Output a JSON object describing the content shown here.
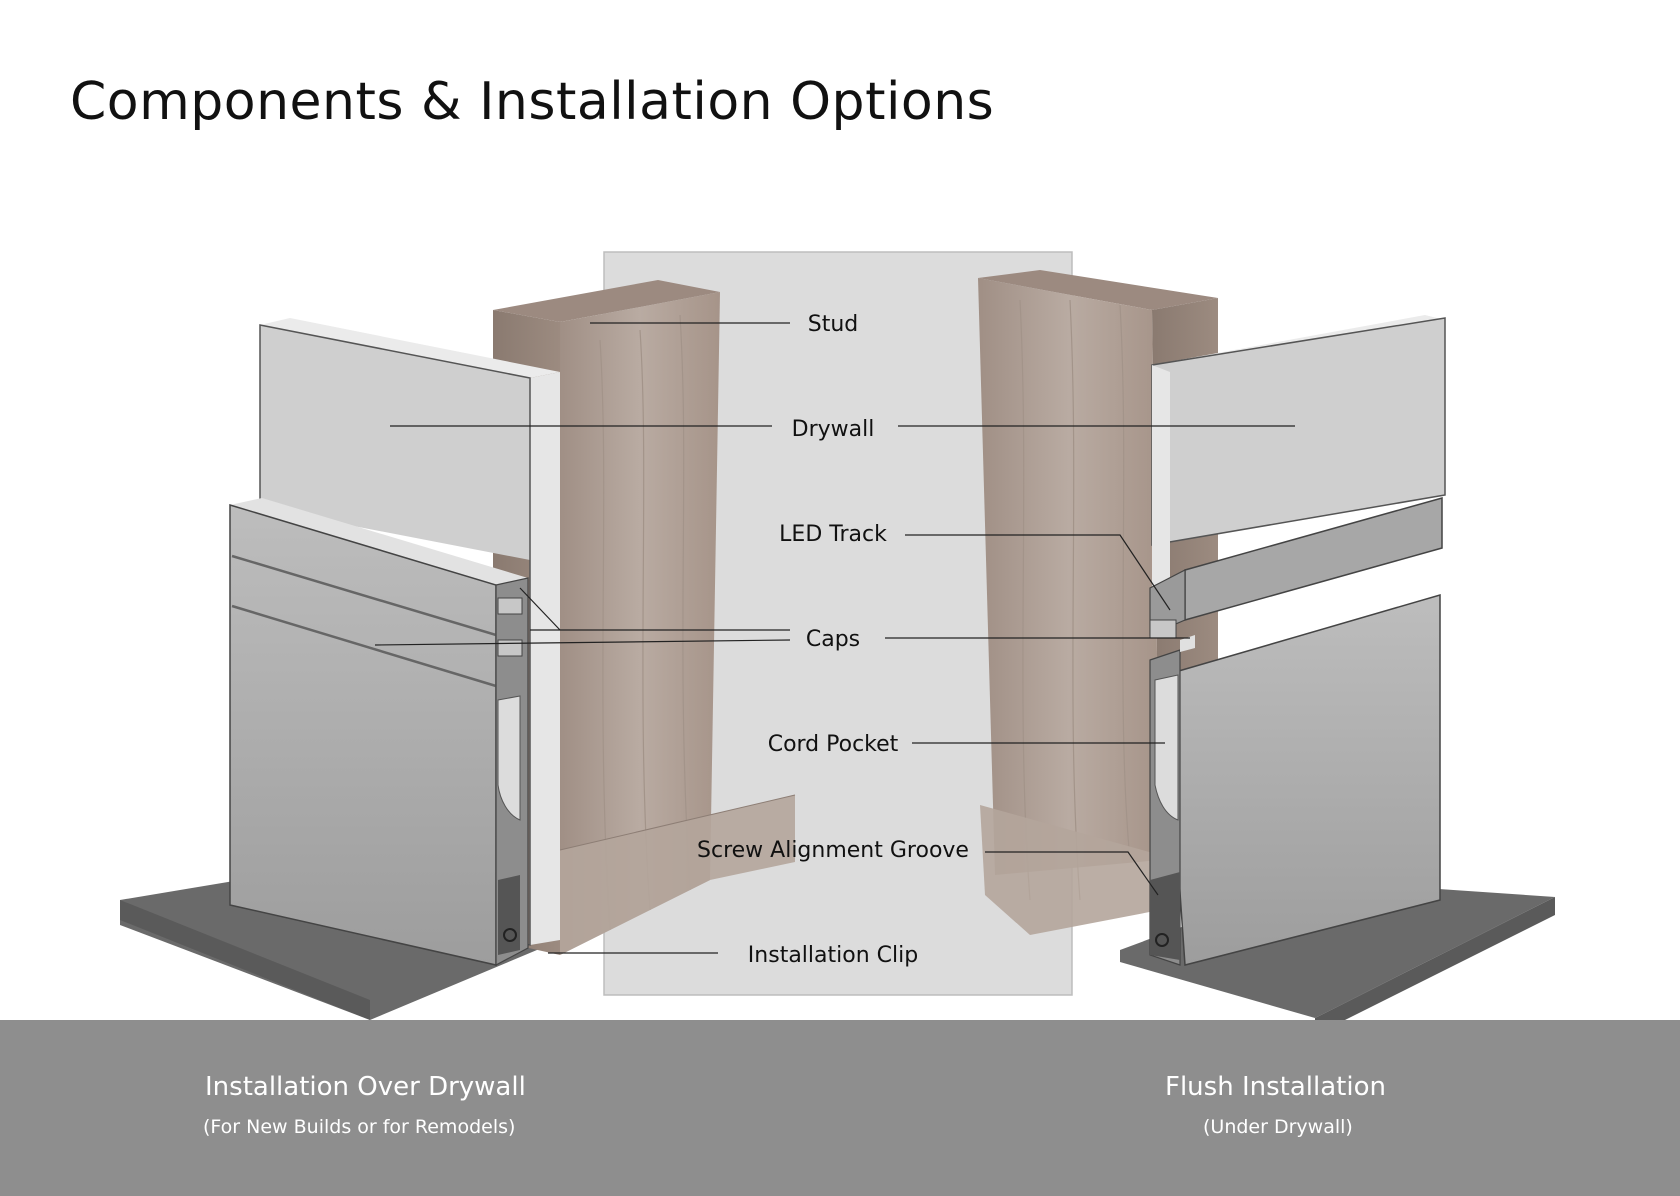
{
  "title": "Components & Installation Options",
  "labels": {
    "stud": "Stud",
    "drywall": "Drywall",
    "led_track": "LED Track",
    "caps": "Caps",
    "cord_pocket": "Cord Pocket",
    "screw_groove": "Screw Alignment Groove",
    "installation_clip": "Installation Clip"
  },
  "captions": {
    "left_title": "Installation Over Drywall",
    "left_sub": "(For New Builds or for Remodels)",
    "right_title": "Flush Installation",
    "right_sub": "(Under Drywall)"
  }
}
